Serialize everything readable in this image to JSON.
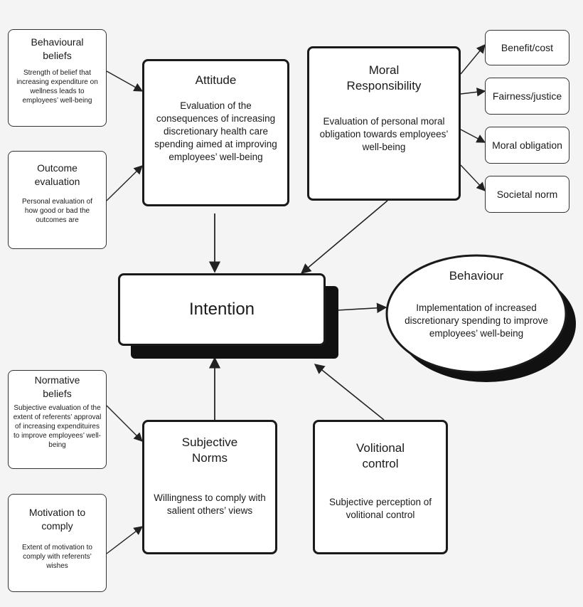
{
  "behavioural_beliefs": {
    "title": "Behavioural beliefs",
    "desc": "Strength of belief that increasing expenditure on wellness leads to employees’ well-being"
  },
  "outcome_evaluation": {
    "title": "Outcome evaluation",
    "desc": "Personal evaluation of how good or bad the outcomes are"
  },
  "attitude": {
    "title": "Attitude",
    "desc": "Evaluation of the consequences of increasing discretionary health care spending aimed at improving employees’ well-being"
  },
  "moral_responsibility": {
    "title": "Moral Responsibility",
    "desc": "Evaluation of personal moral obligation towards employees’ well-being"
  },
  "moral_components": [
    "Benefit/cost",
    "Fairness/justice",
    "Moral obligation",
    "Societal norm"
  ],
  "intention": {
    "title": "Intention"
  },
  "behaviour": {
    "title": "Behaviour",
    "desc": "Implementation of increased discretionary spending to improve employees’ well-being"
  },
  "normative_beliefs": {
    "title": "Normative beliefs",
    "desc": "Subjective evaluation of the extent of referents’ approval of increasing expendituires to improve employees’ well-being"
  },
  "motivation_to_comply": {
    "title": "Motivation to comply",
    "desc": "Extent of motivation to comply with referents’ wishes"
  },
  "subjective_norms": {
    "title": "Subjective Norms",
    "desc": "Willingness to comply with salient others’ views"
  },
  "volitional_control": {
    "title": "Volitional control",
    "desc": "Subjective perception of volitional control"
  }
}
